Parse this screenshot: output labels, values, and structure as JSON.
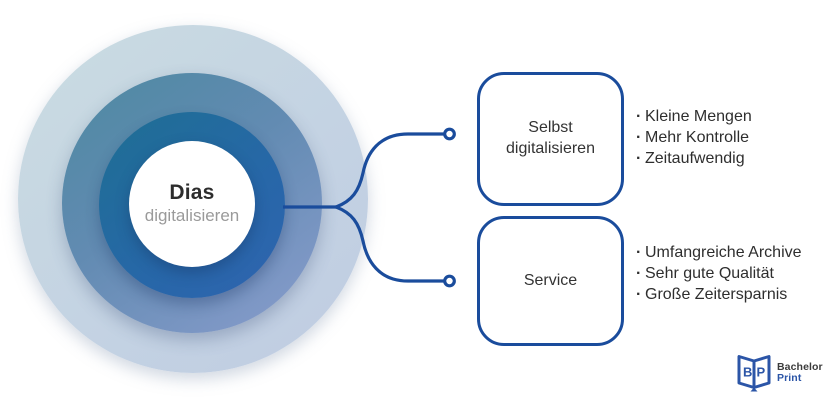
{
  "center": {
    "title": "Dias",
    "subtitle": "digitalisieren"
  },
  "bullet": "·",
  "branches": [
    {
      "label": "Selbst digitalisieren",
      "items": [
        "Kleine Mengen",
        "Mehr Kontrolle",
        "Zeitaufwendig"
      ]
    },
    {
      "label": "Service",
      "items": [
        "Umfangreiche Archive",
        "Sehr gute Qualität",
        "Große Zeitersparnis"
      ]
    }
  ],
  "logo": {
    "line1": "Bachelor",
    "line2": "Print",
    "monogram_left": "B",
    "monogram_right": "P"
  },
  "colors": {
    "connector": "#1a4c9c",
    "box_border": "#1a4c9c",
    "outer_ring_start": "#cadce1",
    "outer_ring_end": "#bfcce2",
    "middle_ring_start": "#4d89a1",
    "middle_ring_end": "#7f98c6",
    "inner_ring_start": "#1e6f93",
    "inner_ring_end": "#2f64b0",
    "title_text": "#2d2d2d",
    "subtitle_text": "#9a9a9a",
    "body_text": "#2e2e2e",
    "logo_blue": "#2b55a7",
    "logo_dark": "#3b3b3b"
  }
}
